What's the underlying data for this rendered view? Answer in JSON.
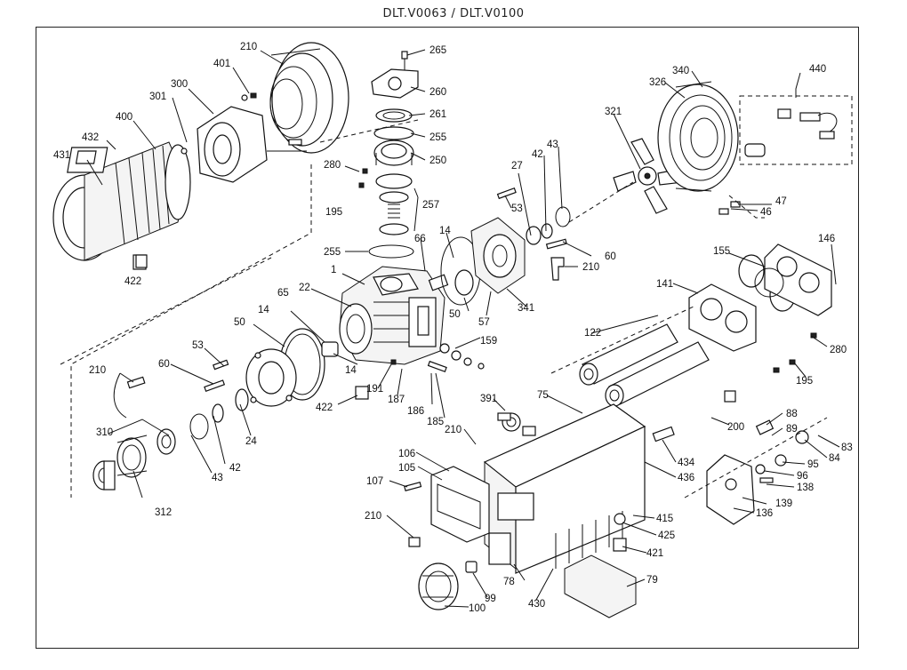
{
  "header": {
    "title": "DLT.V0063 / DLT.V0100"
  },
  "parts": [
    {
      "id": "p431",
      "label": "431"
    },
    {
      "id": "p432",
      "label": "432"
    },
    {
      "id": "p400",
      "label": "400"
    },
    {
      "id": "p301",
      "label": "301"
    },
    {
      "id": "p300",
      "label": "300"
    },
    {
      "id": "p401",
      "label": "401"
    },
    {
      "id": "p210a",
      "label": "210"
    },
    {
      "id": "p265",
      "label": "265"
    },
    {
      "id": "p260",
      "label": "260"
    },
    {
      "id": "p261",
      "label": "261"
    },
    {
      "id": "p255a",
      "label": "255"
    },
    {
      "id": "p250",
      "label": "250"
    },
    {
      "id": "p280a",
      "label": "280"
    },
    {
      "id": "p195a",
      "label": "195"
    },
    {
      "id": "p257",
      "label": "257"
    },
    {
      "id": "p255b",
      "label": "255"
    },
    {
      "id": "p422a",
      "label": "422"
    },
    {
      "id": "p1",
      "label": "1"
    },
    {
      "id": "p65",
      "label": "65"
    },
    {
      "id": "p22",
      "label": "22"
    },
    {
      "id": "p66",
      "label": "66"
    },
    {
      "id": "p14a",
      "label": "14"
    },
    {
      "id": "p14b",
      "label": "14"
    },
    {
      "id": "p14c",
      "label": "14"
    },
    {
      "id": "p50a",
      "label": "50"
    },
    {
      "id": "p50b",
      "label": "50"
    },
    {
      "id": "p57",
      "label": "57"
    },
    {
      "id": "p341",
      "label": "341"
    },
    {
      "id": "p53a",
      "label": "53"
    },
    {
      "id": "p27",
      "label": "27"
    },
    {
      "id": "p42a",
      "label": "42"
    },
    {
      "id": "p43a",
      "label": "43"
    },
    {
      "id": "p210b",
      "label": "210"
    },
    {
      "id": "p60a",
      "label": "60"
    },
    {
      "id": "p321",
      "label": "321"
    },
    {
      "id": "p326",
      "label": "326"
    },
    {
      "id": "p340",
      "label": "340"
    },
    {
      "id": "p440",
      "label": "440"
    },
    {
      "id": "p47",
      "label": "47"
    },
    {
      "id": "p46",
      "label": "46"
    },
    {
      "id": "p146",
      "label": "146"
    },
    {
      "id": "p155",
      "label": "155"
    },
    {
      "id": "p141",
      "label": "141"
    },
    {
      "id": "p122",
      "label": "122"
    },
    {
      "id": "p280b",
      "label": "280"
    },
    {
      "id": "p195b",
      "label": "195"
    },
    {
      "id": "p159",
      "label": "159"
    },
    {
      "id": "p53b",
      "label": "53"
    },
    {
      "id": "p60b",
      "label": "60"
    },
    {
      "id": "p210c",
      "label": "210"
    },
    {
      "id": "p310",
      "label": "310"
    },
    {
      "id": "p312",
      "label": "312"
    },
    {
      "id": "p24",
      "label": "24"
    },
    {
      "id": "p42b",
      "label": "42"
    },
    {
      "id": "p43b",
      "label": "43"
    },
    {
      "id": "p422b",
      "label": "422"
    },
    {
      "id": "p191",
      "label": "191"
    },
    {
      "id": "p187",
      "label": "187"
    },
    {
      "id": "p186",
      "label": "186"
    },
    {
      "id": "p185",
      "label": "185"
    },
    {
      "id": "p391",
      "label": "391"
    },
    {
      "id": "p75",
      "label": "75"
    },
    {
      "id": "p210d",
      "label": "210"
    },
    {
      "id": "p106",
      "label": "106"
    },
    {
      "id": "p105",
      "label": "105"
    },
    {
      "id": "p107",
      "label": "107"
    },
    {
      "id": "p210e",
      "label": "210"
    },
    {
      "id": "p100",
      "label": "100"
    },
    {
      "id": "p99",
      "label": "99"
    },
    {
      "id": "p78",
      "label": "78"
    },
    {
      "id": "p430",
      "label": "430"
    },
    {
      "id": "p79",
      "label": "79"
    },
    {
      "id": "p421",
      "label": "421"
    },
    {
      "id": "p425",
      "label": "425"
    },
    {
      "id": "p415",
      "label": "415"
    },
    {
      "id": "p436",
      "label": "436"
    },
    {
      "id": "p434",
      "label": "434"
    },
    {
      "id": "p200",
      "label": "200"
    },
    {
      "id": "p88",
      "label": "88"
    },
    {
      "id": "p89",
      "label": "89"
    },
    {
      "id": "p84",
      "label": "84"
    },
    {
      "id": "p83",
      "label": "83"
    },
    {
      "id": "p95",
      "label": "95"
    },
    {
      "id": "p96",
      "label": "96"
    },
    {
      "id": "p138",
      "label": "138"
    },
    {
      "id": "p139",
      "label": "139"
    },
    {
      "id": "p136",
      "label": "136"
    }
  ]
}
